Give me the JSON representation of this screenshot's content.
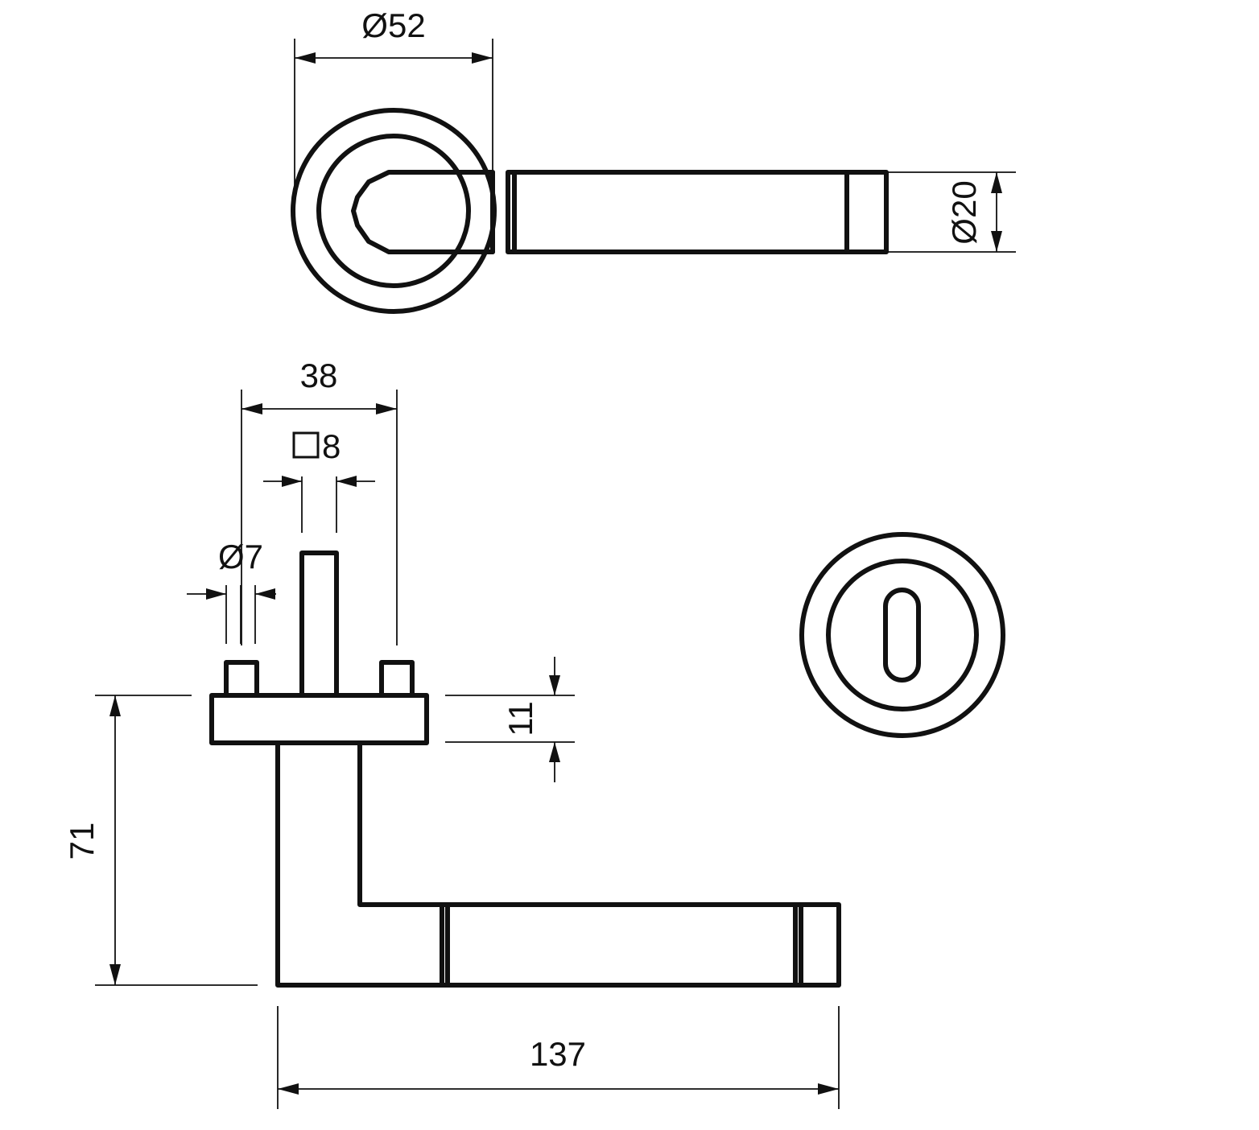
{
  "drawing": {
    "top_view": {
      "rosette_diameter": "Ø52",
      "lever_diameter": "Ø20"
    },
    "side_view": {
      "spindle_spacing": "38",
      "spindle_square": "8",
      "screw_diameter": "Ø7",
      "rosette_thickness": "11",
      "lever_height": "71",
      "lever_length": "137"
    }
  },
  "colors": {
    "line": "#111111",
    "background": "#ffffff"
  }
}
